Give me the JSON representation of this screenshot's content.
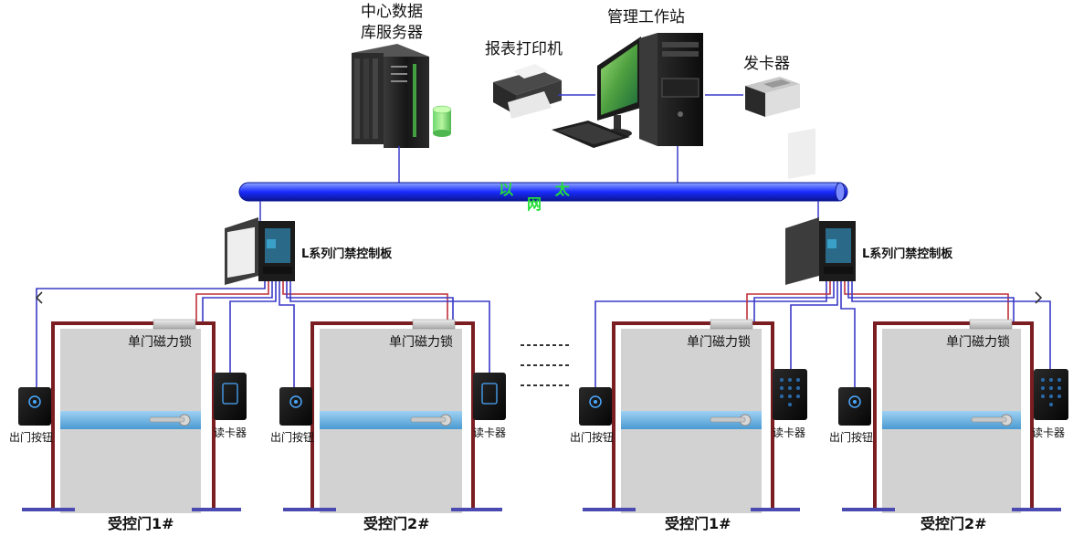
{
  "labels": {
    "db_server": [
      "中心数据",
      "库服务器"
    ],
    "workstation": "管理工作站",
    "printer": "报表打印机",
    "card_issuer": "发卡器",
    "network": "以 太 网",
    "controller_left": "L系列门禁控制板",
    "controller_right": "L系列门禁控制板",
    "magnetic_lock": "单门磁力锁",
    "card_reader": "读卡器",
    "exit_button": "出门按钮",
    "door1": "受控门1#",
    "door2": "受控门2#"
  },
  "colors": {
    "network_bus": "#1a2cff",
    "network_text": "#22e036",
    "wire_blue": "#3a3ac8",
    "wire_red": "#c0303a",
    "door_frame": "#7a1e22",
    "door_panel": "#d2d2d2",
    "door_stripe": "#6fb7e6",
    "floor": "#4a4ab0"
  },
  "icons": [
    "server-icon",
    "database-icon",
    "printer-icon",
    "monitor-icon",
    "pc-tower-icon",
    "keyboard-icon",
    "card-issuer-icon",
    "controller-box-icon",
    "magnetic-lock-icon",
    "card-reader-icon",
    "exit-button-icon",
    "door-handle-icon"
  ]
}
